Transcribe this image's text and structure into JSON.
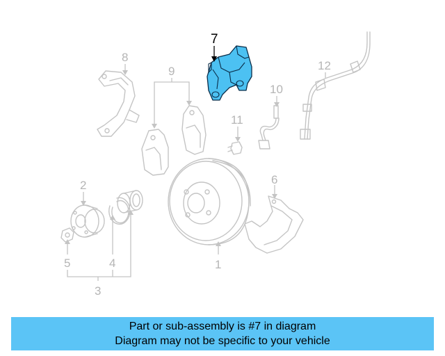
{
  "diagram": {
    "highlighted_part": "7",
    "callouts": {
      "c1": "1",
      "c2": "2",
      "c3": "3",
      "c4": "4",
      "c5": "5",
      "c6": "6",
      "c7": "7",
      "c8": "8",
      "c9": "9",
      "c10": "10",
      "c11": "11",
      "c12": "12"
    },
    "colors": {
      "highlight": "#4cc1f2",
      "banner": "#5bc4f6",
      "part_lines": "#c4c4c4"
    }
  },
  "banner": {
    "line1": "Part or sub-assembly is #7 in diagram",
    "line2": "Diagram may not be specific to your vehicle"
  }
}
